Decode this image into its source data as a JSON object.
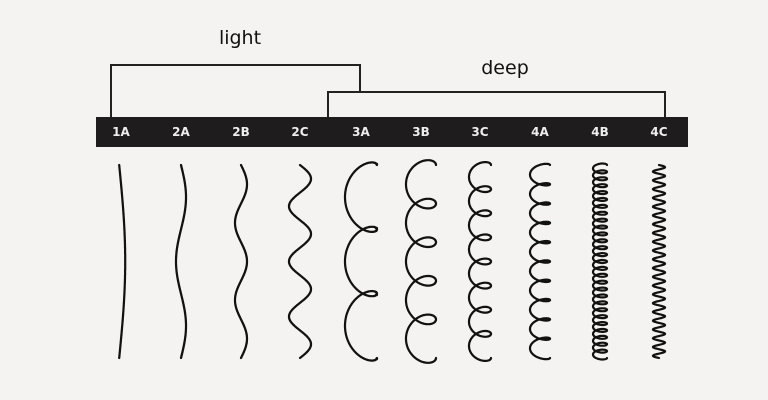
{
  "groups": {
    "light": "light",
    "deep": "deep"
  },
  "types": [
    "1A",
    "2A",
    "2B",
    "2C",
    "3A",
    "3B",
    "3C",
    "4A",
    "4B",
    "4C"
  ],
  "colors": {
    "background": "#f4f3f1",
    "bar": "#1e1c1c",
    "ink": "#111111"
  }
}
